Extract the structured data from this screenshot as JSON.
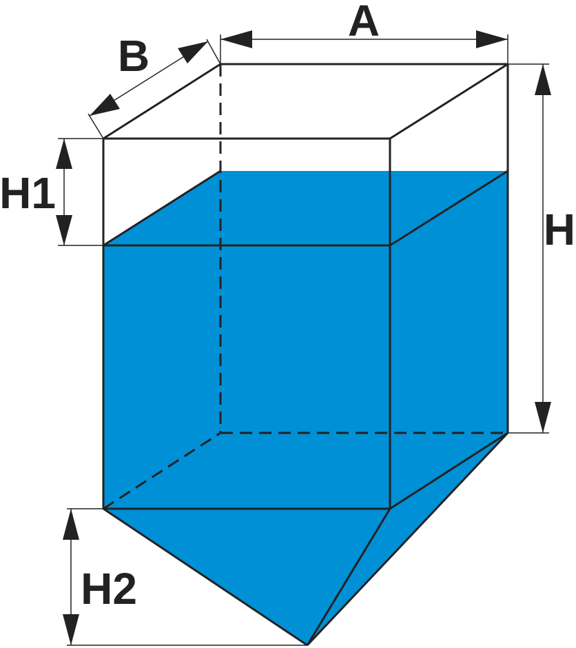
{
  "labels": {
    "a": "A",
    "b": "B",
    "h": "H",
    "h1": "H1",
    "h2": "H2"
  },
  "colors": {
    "liquid": "#0090d6",
    "outline": "#222222",
    "dimension": "#222222",
    "background": "#ffffff"
  }
}
